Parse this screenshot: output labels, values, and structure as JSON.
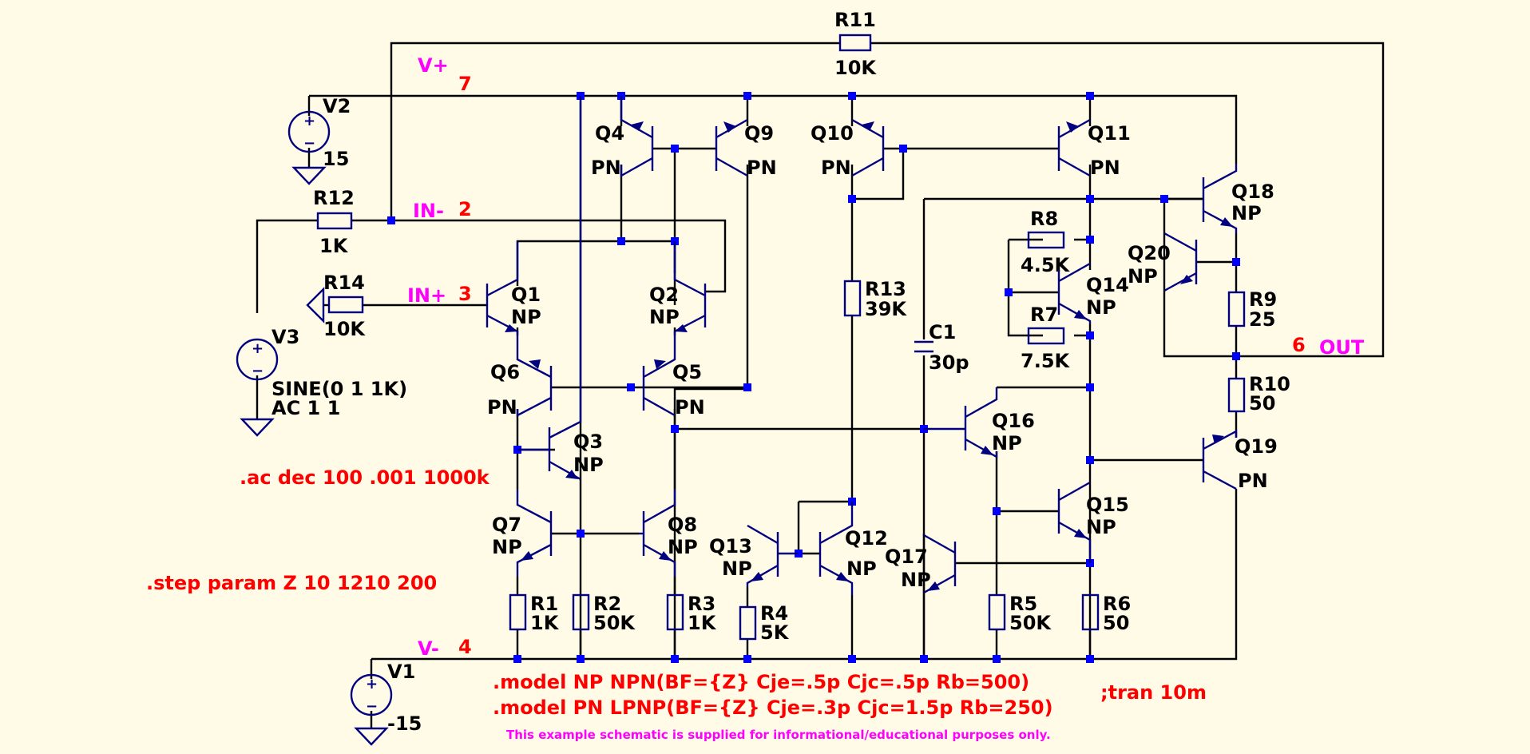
{
  "colors": {
    "background": "#FFFBE6",
    "wire": "#000000",
    "device": "#000080",
    "junction": "#0000FF",
    "net_label": "#FF00FF",
    "directive": "#FF0000"
  },
  "nets": {
    "vplus": "V+",
    "vplus_num": "7",
    "vminus": "V-",
    "vminus_num": "4",
    "inminus": "IN-",
    "inminus_num": "2",
    "inplus": "IN+",
    "inplus_num": "3",
    "out": "OUT",
    "out_num": "6"
  },
  "sources": {
    "v1": {
      "name": "V1",
      "value": "-15"
    },
    "v2": {
      "name": "V2",
      "value": "15"
    },
    "v3": {
      "name": "V3",
      "value": "SINE(0 1 1K)",
      "value2": "AC 1 1"
    }
  },
  "resistors": {
    "r1": {
      "name": "R1",
      "value": "1K"
    },
    "r2": {
      "name": "R2",
      "value": "50K"
    },
    "r3": {
      "name": "R3",
      "value": "1K"
    },
    "r4": {
      "name": "R4",
      "value": "5K"
    },
    "r5": {
      "name": "R5",
      "value": "50K"
    },
    "r6": {
      "name": "R6",
      "value": "50"
    },
    "r7": {
      "name": "R7",
      "value": "7.5K"
    },
    "r8": {
      "name": "R8",
      "value": "4.5K"
    },
    "r9": {
      "name": "R9",
      "value": "25"
    },
    "r10": {
      "name": "R10",
      "value": "50"
    },
    "r11": {
      "name": "R11",
      "value": "10K"
    },
    "r12": {
      "name": "R12",
      "value": "1K"
    },
    "r13": {
      "name": "R13",
      "value": "39K"
    },
    "r14": {
      "name": "R14",
      "value": "10K"
    }
  },
  "capacitors": {
    "c1": {
      "name": "C1",
      "value": "30p"
    }
  },
  "transistors": {
    "q1": {
      "name": "Q1",
      "model": "NP"
    },
    "q2": {
      "name": "Q2",
      "model": "NP"
    },
    "q3": {
      "name": "Q3",
      "model": "NP"
    },
    "q4": {
      "name": "Q4",
      "model": "PN"
    },
    "q5": {
      "name": "Q5",
      "model": "PN"
    },
    "q6": {
      "name": "Q6",
      "model": "PN"
    },
    "q7": {
      "name": "Q7",
      "model": "NP"
    },
    "q8": {
      "name": "Q8",
      "model": "NP"
    },
    "q9": {
      "name": "Q9",
      "model": "PN"
    },
    "q10": {
      "name": "Q10",
      "model": "PN"
    },
    "q11": {
      "name": "Q11",
      "model": "PN"
    },
    "q12": {
      "name": "Q12",
      "model": "NP"
    },
    "q13": {
      "name": "Q13",
      "model": "NP"
    },
    "q14": {
      "name": "Q14",
      "model": "NP"
    },
    "q15": {
      "name": "Q15",
      "model": "NP"
    },
    "q16": {
      "name": "Q16",
      "model": "NP"
    },
    "q17": {
      "name": "Q17",
      "model": "NP"
    },
    "q18": {
      "name": "Q18",
      "model": "NP"
    },
    "q19": {
      "name": "Q19",
      "model": "PN"
    },
    "q20": {
      "name": "Q20",
      "model": "NP"
    }
  },
  "directives": {
    "ac": ".ac dec 100 .001 1000k",
    "step": ".step param Z 10 1210 200",
    "model_np": ".model NP NPN(BF={Z} Cje=.5p Cjc=.5p Rb=500)",
    "model_pn": ".model PN LPNP(BF={Z} Cje=.3p Cjc=1.5p Rb=250)",
    "tran": ";tran 10m"
  },
  "footer": "This example schematic is supplied for informational/educational purposes only."
}
